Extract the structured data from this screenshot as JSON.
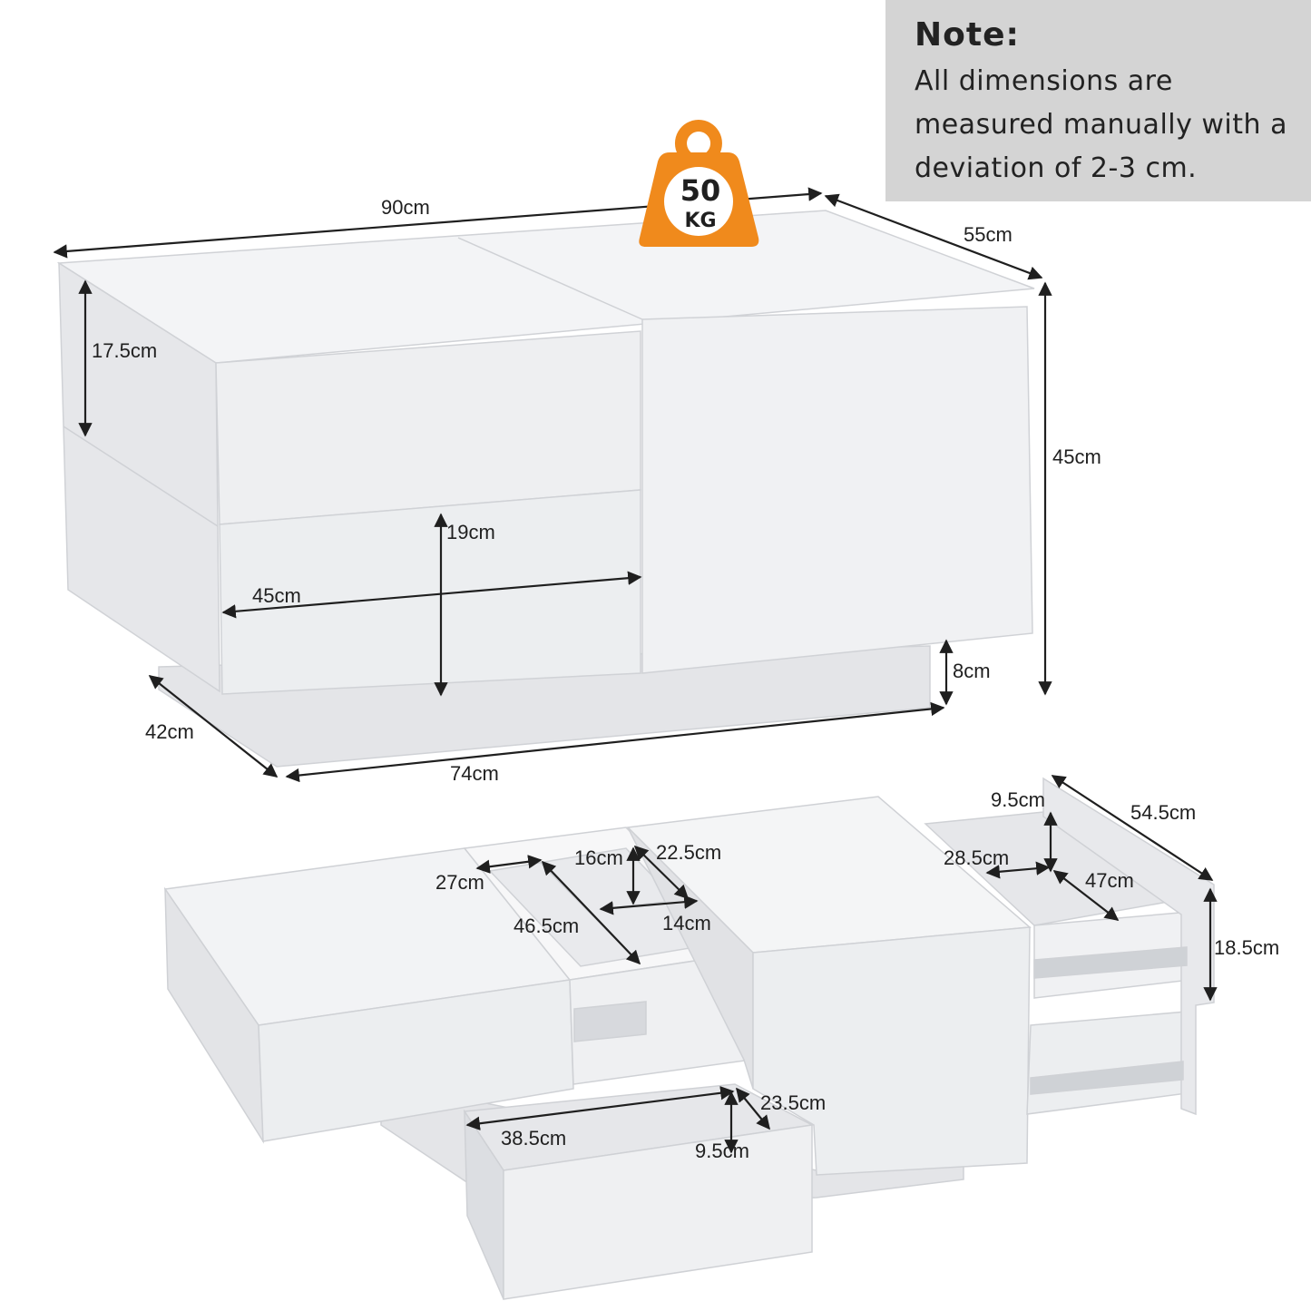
{
  "note": {
    "title": "Note:",
    "body": "All dimensions are measured manually with a deviation of 2-3 cm."
  },
  "weight_badge": {
    "value": "50",
    "unit": "KG",
    "color": "#f08a1c"
  },
  "colors": {
    "furniture": "#eeeff1",
    "shade": "#dfe0e3",
    "line": "#1f1f1f"
  },
  "top_view": {
    "length": "90cm",
    "depth": "55cm",
    "height": "45cm",
    "top_drawer_height": "17.5cm",
    "front_drawer_height": "19cm",
    "front_drawer_width": "45cm",
    "base_height": "8cm",
    "base_depth": "42cm",
    "base_length": "74cm"
  },
  "open_view": {
    "left_compartment_depth": "27cm",
    "small_box_width": "16cm",
    "small_box_length": "22.5cm",
    "compartment_length": "46.5cm",
    "small_box_depth": "14cm",
    "front_drawer_height": "23.5cm",
    "front_drawer_width": "38.5cm",
    "front_drawer_depth": "9.5cm",
    "right_drawer_depth": "9.5cm",
    "right_drawer_width": "28.5cm",
    "right_drawer_length": "47cm",
    "right_side_length": "54.5cm",
    "right_side_height": "18.5cm"
  }
}
